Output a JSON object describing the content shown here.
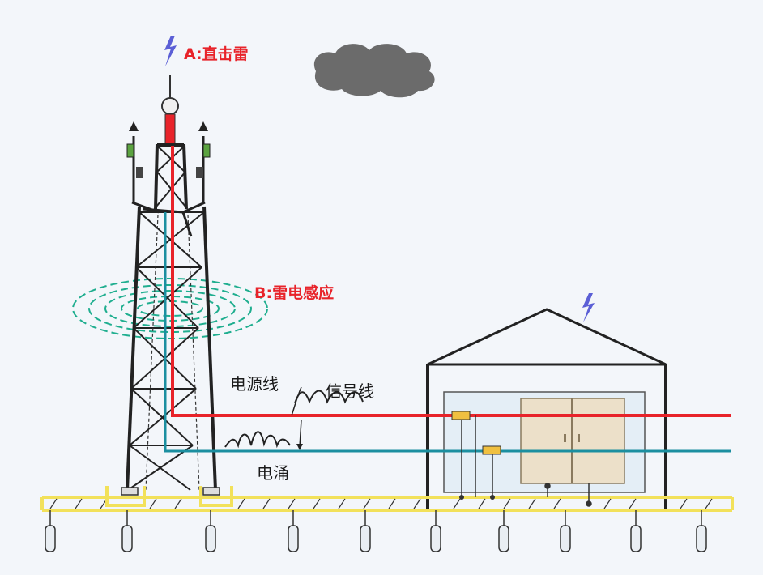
{
  "labels": {
    "direct_strike": "A:直击雷",
    "induction": "B:雷电感应",
    "power_line": "电源线",
    "signal_line": "信号线",
    "surge": "电涌"
  },
  "colors": {
    "background": "#f3f6fa",
    "power_line": "#e8232a",
    "signal_line": "#1b8fa0",
    "ground_bar": "#f2e15a",
    "induction_rings": "#1fae8f",
    "lightning_bolt": "#5b5fd6",
    "cloud": "#6b6b6b",
    "cabinet": "#ece0c9",
    "room": "#e4eef6"
  },
  "icons": {
    "lightning_bolt": "lightning-bolt-icon",
    "cloud": "storm-cloud-icon"
  }
}
